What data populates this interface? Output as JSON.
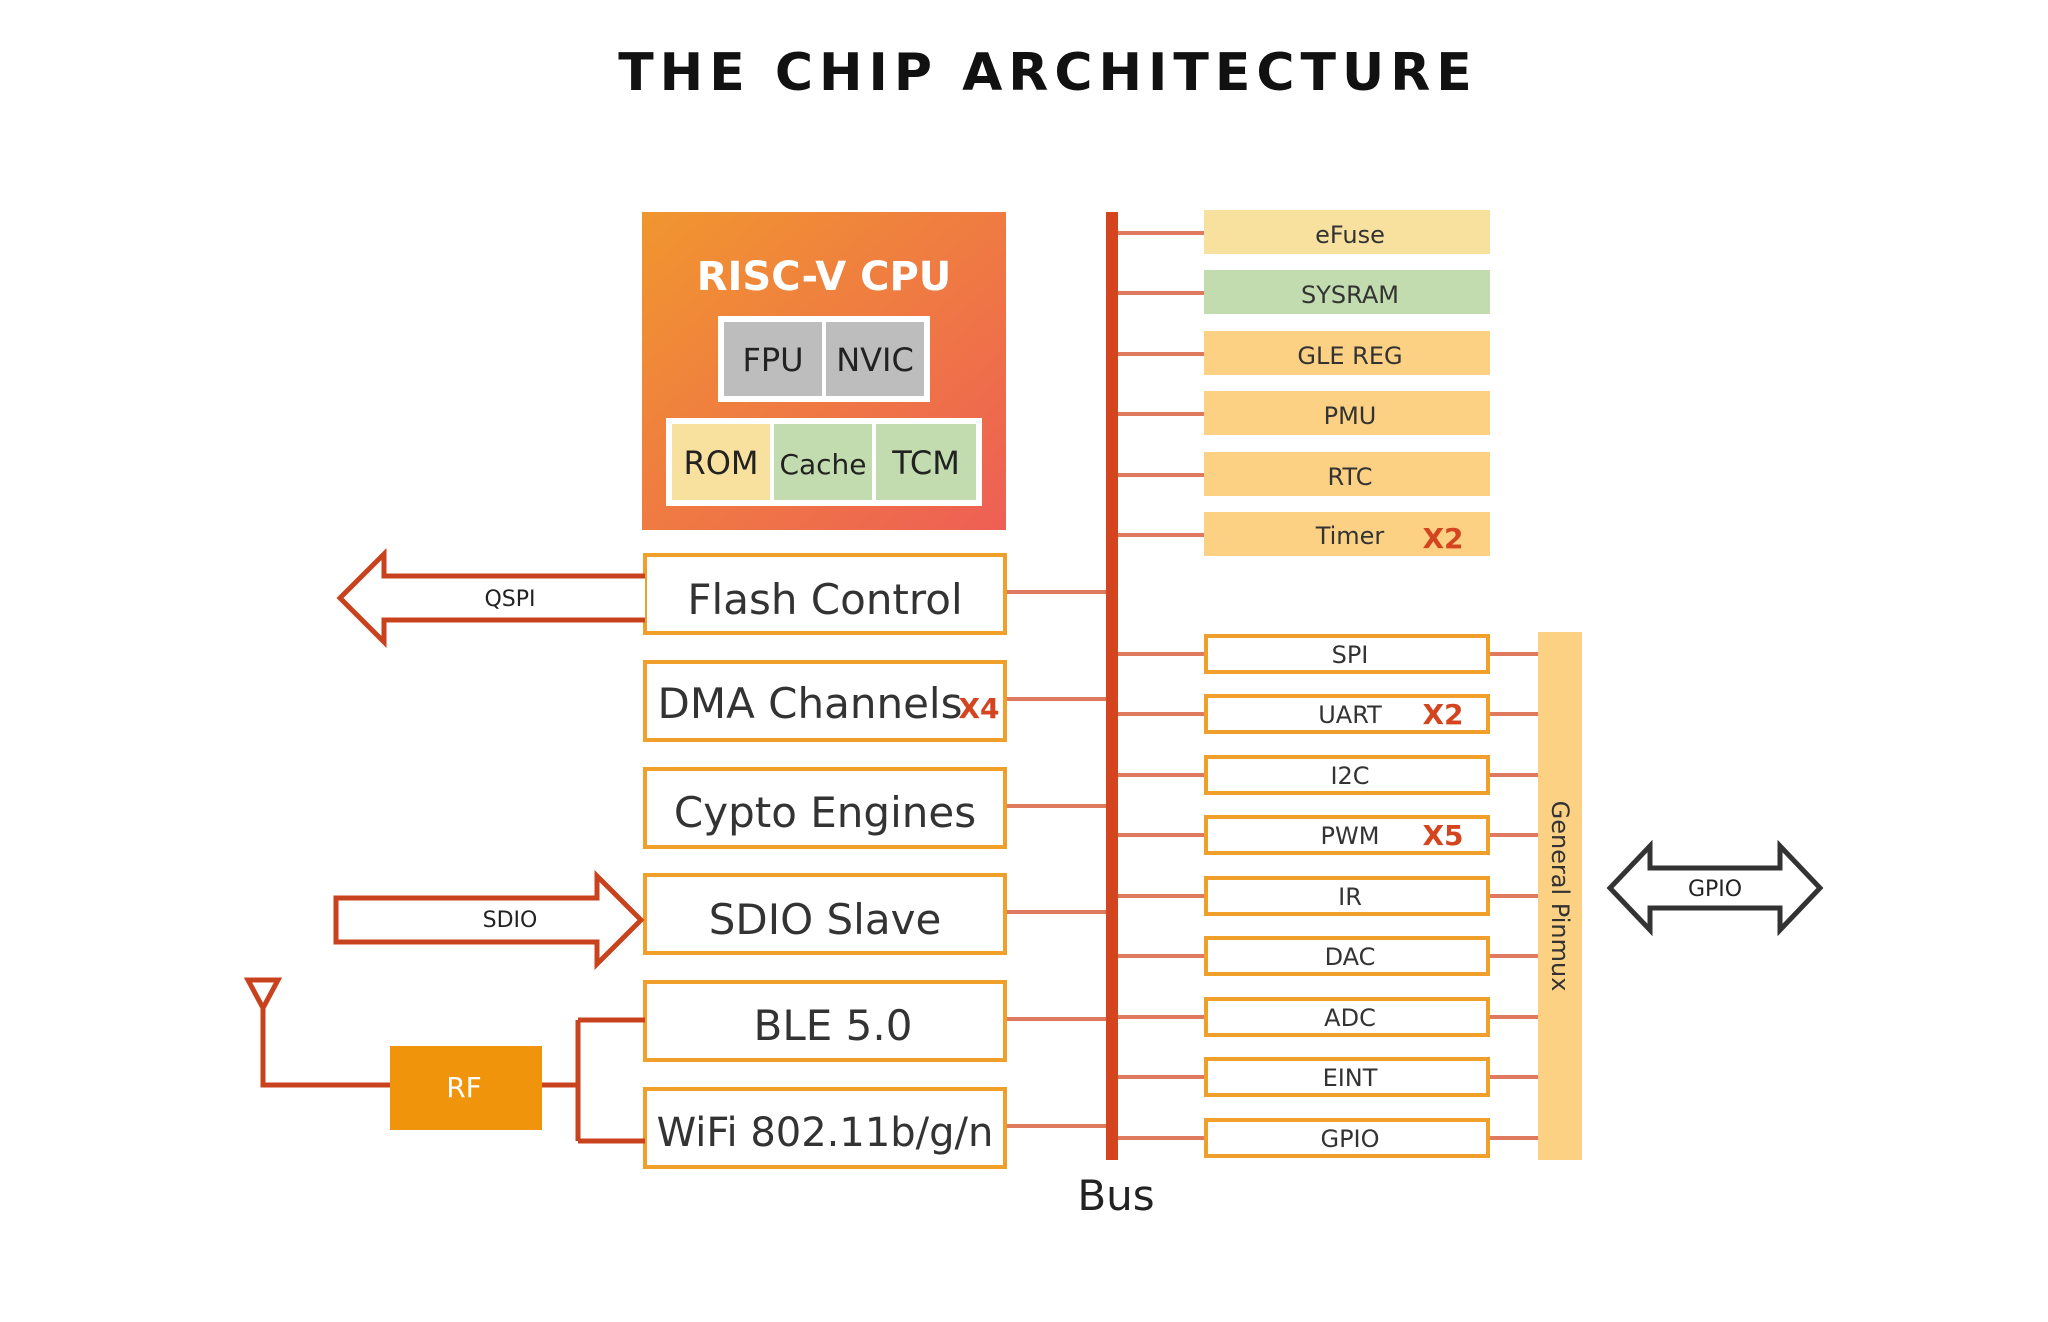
{
  "title": "THE CHIP ARCHITECTURE",
  "cpu": {
    "label": "RISC-V CPU",
    "units": [
      "FPU",
      "NVIC"
    ],
    "memory": [
      "ROM",
      "Cache",
      "TCM"
    ]
  },
  "left_blocks": [
    {
      "label": "Flash Control",
      "multiplier": ""
    },
    {
      "label": "DMA Channels",
      "multiplier": "X4"
    },
    {
      "label": "Cypto Engines",
      "multiplier": ""
    },
    {
      "label": "SDIO Slave",
      "multiplier": ""
    },
    {
      "label": "BLE 5.0",
      "multiplier": ""
    },
    {
      "label": "WiFi 802.11b/g/n",
      "multiplier": ""
    }
  ],
  "bus_label": "Bus",
  "system_blocks": [
    {
      "label": "eFuse",
      "multiplier": "",
      "tone": "light"
    },
    {
      "label": "SYSRAM",
      "multiplier": "",
      "tone": "green"
    },
    {
      "label": "GLE REG",
      "multiplier": "",
      "tone": "yellow"
    },
    {
      "label": "PMU",
      "multiplier": "",
      "tone": "yellow"
    },
    {
      "label": "RTC",
      "multiplier": "",
      "tone": "yellow"
    },
    {
      "label": "Timer",
      "multiplier": "X2",
      "tone": "yellow"
    }
  ],
  "peripherals": [
    {
      "label": "SPI",
      "multiplier": ""
    },
    {
      "label": "UART",
      "multiplier": "X2"
    },
    {
      "label": "I2C",
      "multiplier": ""
    },
    {
      "label": "PWM",
      "multiplier": "X5"
    },
    {
      "label": "IR",
      "multiplier": ""
    },
    {
      "label": "DAC",
      "multiplier": ""
    },
    {
      "label": "ADC",
      "multiplier": ""
    },
    {
      "label": "EINT",
      "multiplier": ""
    },
    {
      "label": "GPIO",
      "multiplier": ""
    }
  ],
  "pinmux_label": "General Pinmux",
  "arrows": {
    "qspi": "QSPI",
    "sdio": "SDIO",
    "gpio": "GPIO"
  },
  "rf_label": "RF",
  "icons": [
    "antenna-icon",
    "left-arrow-icon",
    "right-arrow-icon",
    "double-arrow-icon"
  ],
  "colors": {
    "bus": "#d4451f",
    "connector": "#e07a5f",
    "block_border": "#f0a02a",
    "arrow": "#c8431d",
    "cpu_top": "#f0922e",
    "cpu_bottom": "#ee6a4e",
    "gray_unit": "#bdbdbd",
    "light": "#f8e19f",
    "green": "#c3dcaf",
    "yellow": "#fcd184",
    "rf": "#f0950b",
    "multiplier": "#d4451f",
    "gpio_arrow": "#333333"
  }
}
